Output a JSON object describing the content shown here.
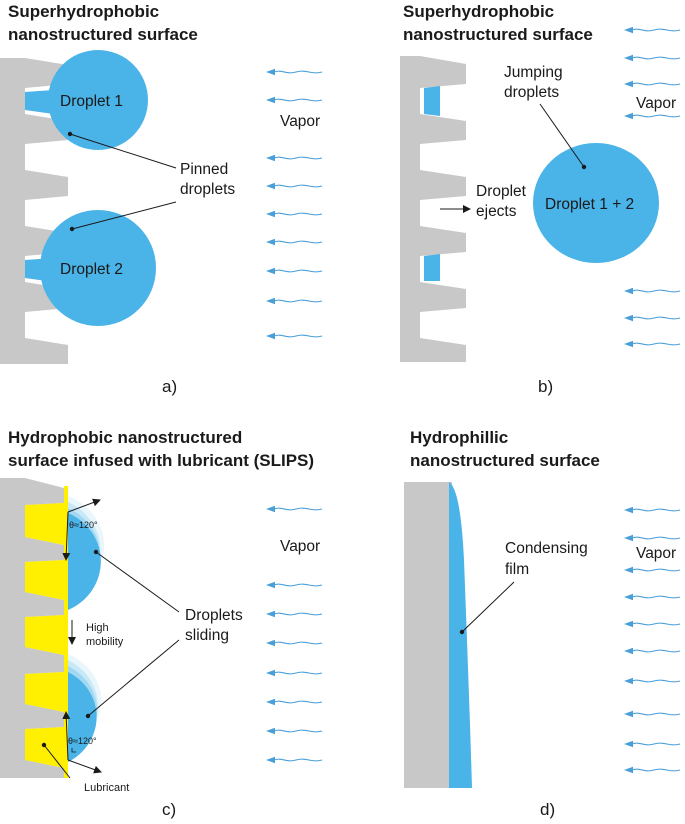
{
  "panels": {
    "a": {
      "title_line1": "Superhydrophobic",
      "title_line2": "nanostructured surface",
      "droplet1": "Droplet 1",
      "droplet2": "Droplet 2",
      "vapor": "Vapor",
      "pinned_line1": "Pinned",
      "pinned_line2": "droplets",
      "letter": "a)"
    },
    "b": {
      "title_line1": "Superhydrophobic",
      "title_line2": "nanostructured surface",
      "jumping_line1": "Jumping",
      "jumping_line2": "droplets",
      "vapor": "Vapor",
      "ejects_line1": "Droplet",
      "ejects_line2": "ejects",
      "merged": "Droplet 1 + 2",
      "letter": "b)"
    },
    "c": {
      "title_line1": "Hydrophobic nanostructured",
      "title_line2": "surface infused with lubricant (SLIPS)",
      "angle_top": "θ≈120°",
      "angle_bottom": "θ≈120°",
      "vapor": "Vapor",
      "sliding_line1": "Droplets",
      "sliding_line2": "sliding",
      "mobility_line1": "High",
      "mobility_line2": "mobility",
      "lubricant": "Lubricant",
      "letter": "c)"
    },
    "d": {
      "title_line1": "Hydrophillic",
      "title_line2": "nanostructured surface",
      "film_line1": "Condensing",
      "film_line2": "film",
      "vapor": "Vapor",
      "letter": "d)"
    }
  },
  "colors": {
    "surface": "#c8c8c8",
    "water": "#4ab3e8",
    "lubricant": "#ffef00",
    "vapor_lines": "#4a9fd8"
  }
}
